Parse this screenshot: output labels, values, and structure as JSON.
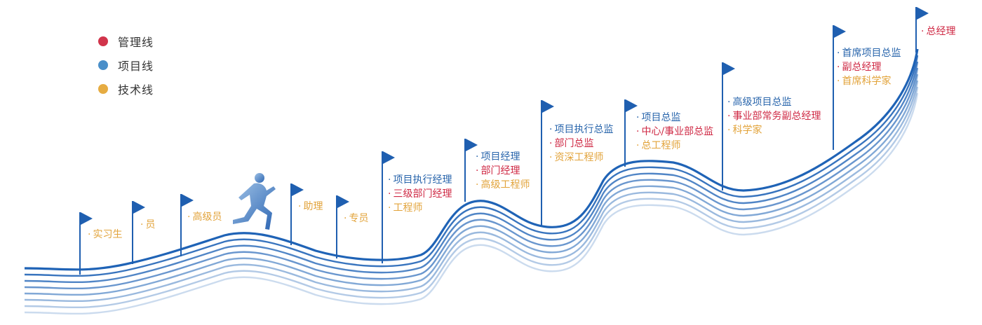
{
  "legend": [
    {
      "label": "管理线",
      "color": "#d1344b"
    },
    {
      "label": "项目线",
      "color": "#4a8fc9"
    },
    {
      "label": "技术线",
      "color": "#e6ac42"
    }
  ],
  "colors": {
    "management": "#cf2a45",
    "project": "#2a66ac",
    "technical": "#e2a33a",
    "flag": "#1f5fb0",
    "wave": "#1f63b6"
  },
  "steps": [
    {
      "roles": [
        {
          "text": "实习生",
          "line": "tech"
        }
      ]
    },
    {
      "roles": [
        {
          "text": "员",
          "line": "tech"
        }
      ]
    },
    {
      "roles": [
        {
          "text": "高级员",
          "line": "tech"
        }
      ]
    },
    {
      "roles": [
        {
          "text": "助理",
          "line": "tech"
        }
      ]
    },
    {
      "roles": [
        {
          "text": "专员",
          "line": "tech"
        }
      ]
    },
    {
      "roles": [
        {
          "text": "项目执行经理",
          "line": "proj"
        },
        {
          "text": "三级部门经理",
          "line": "mgmt"
        },
        {
          "text": "工程师",
          "line": "tech"
        }
      ]
    },
    {
      "roles": [
        {
          "text": "项目经理",
          "line": "proj"
        },
        {
          "text": "部门经理",
          "line": "mgmt"
        },
        {
          "text": "高级工程师",
          "line": "tech"
        }
      ]
    },
    {
      "roles": [
        {
          "text": "项目执行总监",
          "line": "proj"
        },
        {
          "text": "部门总监",
          "line": "mgmt"
        },
        {
          "text": "资深工程师",
          "line": "tech"
        }
      ]
    },
    {
      "roles": [
        {
          "text": "项目总监",
          "line": "proj"
        },
        {
          "text": "中心/事业部总监",
          "line": "mgmt"
        },
        {
          "text": "总工程师",
          "line": "tech"
        }
      ]
    },
    {
      "roles": [
        {
          "text": "高级项目总监",
          "line": "proj"
        },
        {
          "text": "事业部常务副总经理",
          "line": "mgmt"
        },
        {
          "text": "科学家",
          "line": "tech"
        }
      ]
    },
    {
      "roles": [
        {
          "text": "首席项目总监",
          "line": "proj"
        },
        {
          "text": "副总经理",
          "line": "mgmt"
        },
        {
          "text": "首席科学家",
          "line": "tech"
        }
      ]
    },
    {
      "roles": [
        {
          "text": "总经理",
          "line": "mgmt"
        }
      ]
    }
  ]
}
